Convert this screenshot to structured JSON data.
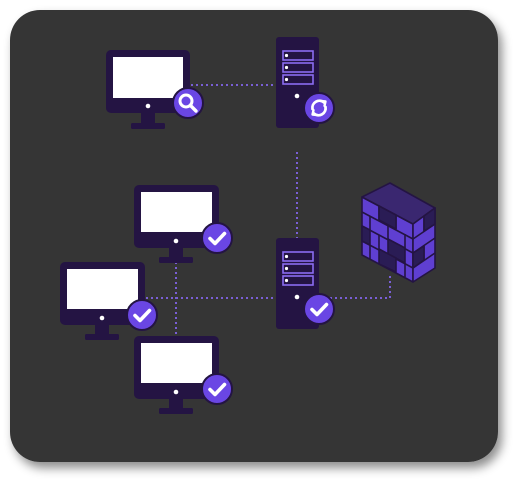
{
  "diagram": {
    "colors": {
      "background": "#353535",
      "device_dark": "#241443",
      "screen": "#ffffff",
      "accent": "#6a46e4",
      "accent_light": "#8b6cf1",
      "connector": "#7a5fd6",
      "brick_front": "#5f3fd1",
      "brick_top": "#3a2770",
      "brick_side": "#1f1540"
    },
    "nodes": [
      {
        "id": "monitor-search",
        "type": "monitor",
        "badge": "search-icon"
      },
      {
        "id": "server-top",
        "type": "server",
        "badge": "sync-icon"
      },
      {
        "id": "server-main",
        "type": "server",
        "badge": "check-icon"
      },
      {
        "id": "monitor-check-1",
        "type": "monitor",
        "badge": "check-icon"
      },
      {
        "id": "monitor-check-2",
        "type": "monitor",
        "badge": "check-icon"
      },
      {
        "id": "monitor-check-3",
        "type": "monitor",
        "badge": "check-icon"
      },
      {
        "id": "firewall",
        "type": "firewall",
        "badge": "brick-wall-icon"
      }
    ]
  }
}
